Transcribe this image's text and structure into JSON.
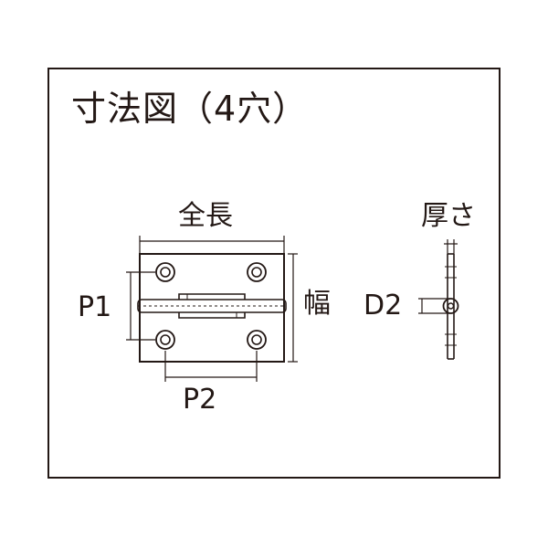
{
  "title": "寸法図（4穴）",
  "labels": {
    "overall_length": "全長",
    "width": "幅",
    "p1": "P1",
    "p2": "P2",
    "thickness": "厚さ",
    "d2": "D2"
  },
  "colors": {
    "line": "#231815",
    "background": "#ffffff"
  }
}
